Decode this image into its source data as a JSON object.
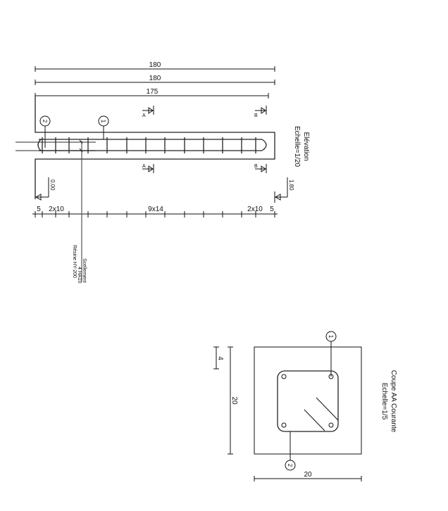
{
  "elevation": {
    "title": "Elévation",
    "scale": "Echelle=1/20",
    "dimensions": [
      "180",
      "180",
      "175"
    ],
    "section_marks": {
      "a": "A",
      "b": "B"
    },
    "levels": {
      "start": "0.00",
      "end": "1.80"
    },
    "spacing": {
      "end_left": "5",
      "left": "2x10",
      "middle": "9x14",
      "right": "2x10",
      "end_right": "5"
    },
    "bar_marks": {
      "bar1": "1",
      "bar2": "2"
    },
    "note": {
      "line1": "Scellement",
      "line2": "4 HA10",
      "line3": "Résine HY-200"
    }
  },
  "section": {
    "title": "Coupe AA Courante",
    "scale": "Echelle=1/5",
    "width": "20",
    "height": "20",
    "cover": "4",
    "bar_marks": {
      "bar1": "1",
      "bar2": "2"
    }
  }
}
